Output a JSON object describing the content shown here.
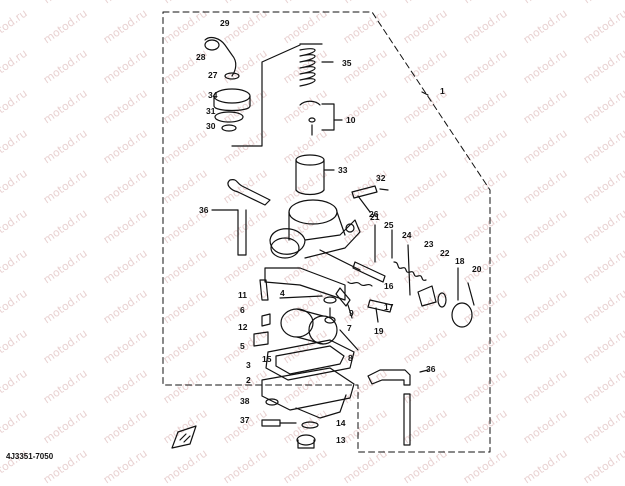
{
  "diagram": {
    "drawing_number": "4J3351-7050",
    "watermark_text": "motod.ru",
    "colors": {
      "ink": "#111111",
      "paper": "#ffffff",
      "watermark": "#e9d2d2"
    }
  },
  "callouts": [
    "1",
    "2",
    "3",
    "4",
    "5",
    "6",
    "7",
    "8",
    "9",
    "10",
    "11",
    "12",
    "13",
    "14",
    "15",
    "16",
    "17",
    "18",
    "19",
    "20",
    "21",
    "22",
    "23",
    "24",
    "25",
    "26",
    "27",
    "28",
    "29",
    "30",
    "31",
    "32",
    "33",
    "34",
    "35",
    "36",
    "36",
    "37",
    "38"
  ]
}
